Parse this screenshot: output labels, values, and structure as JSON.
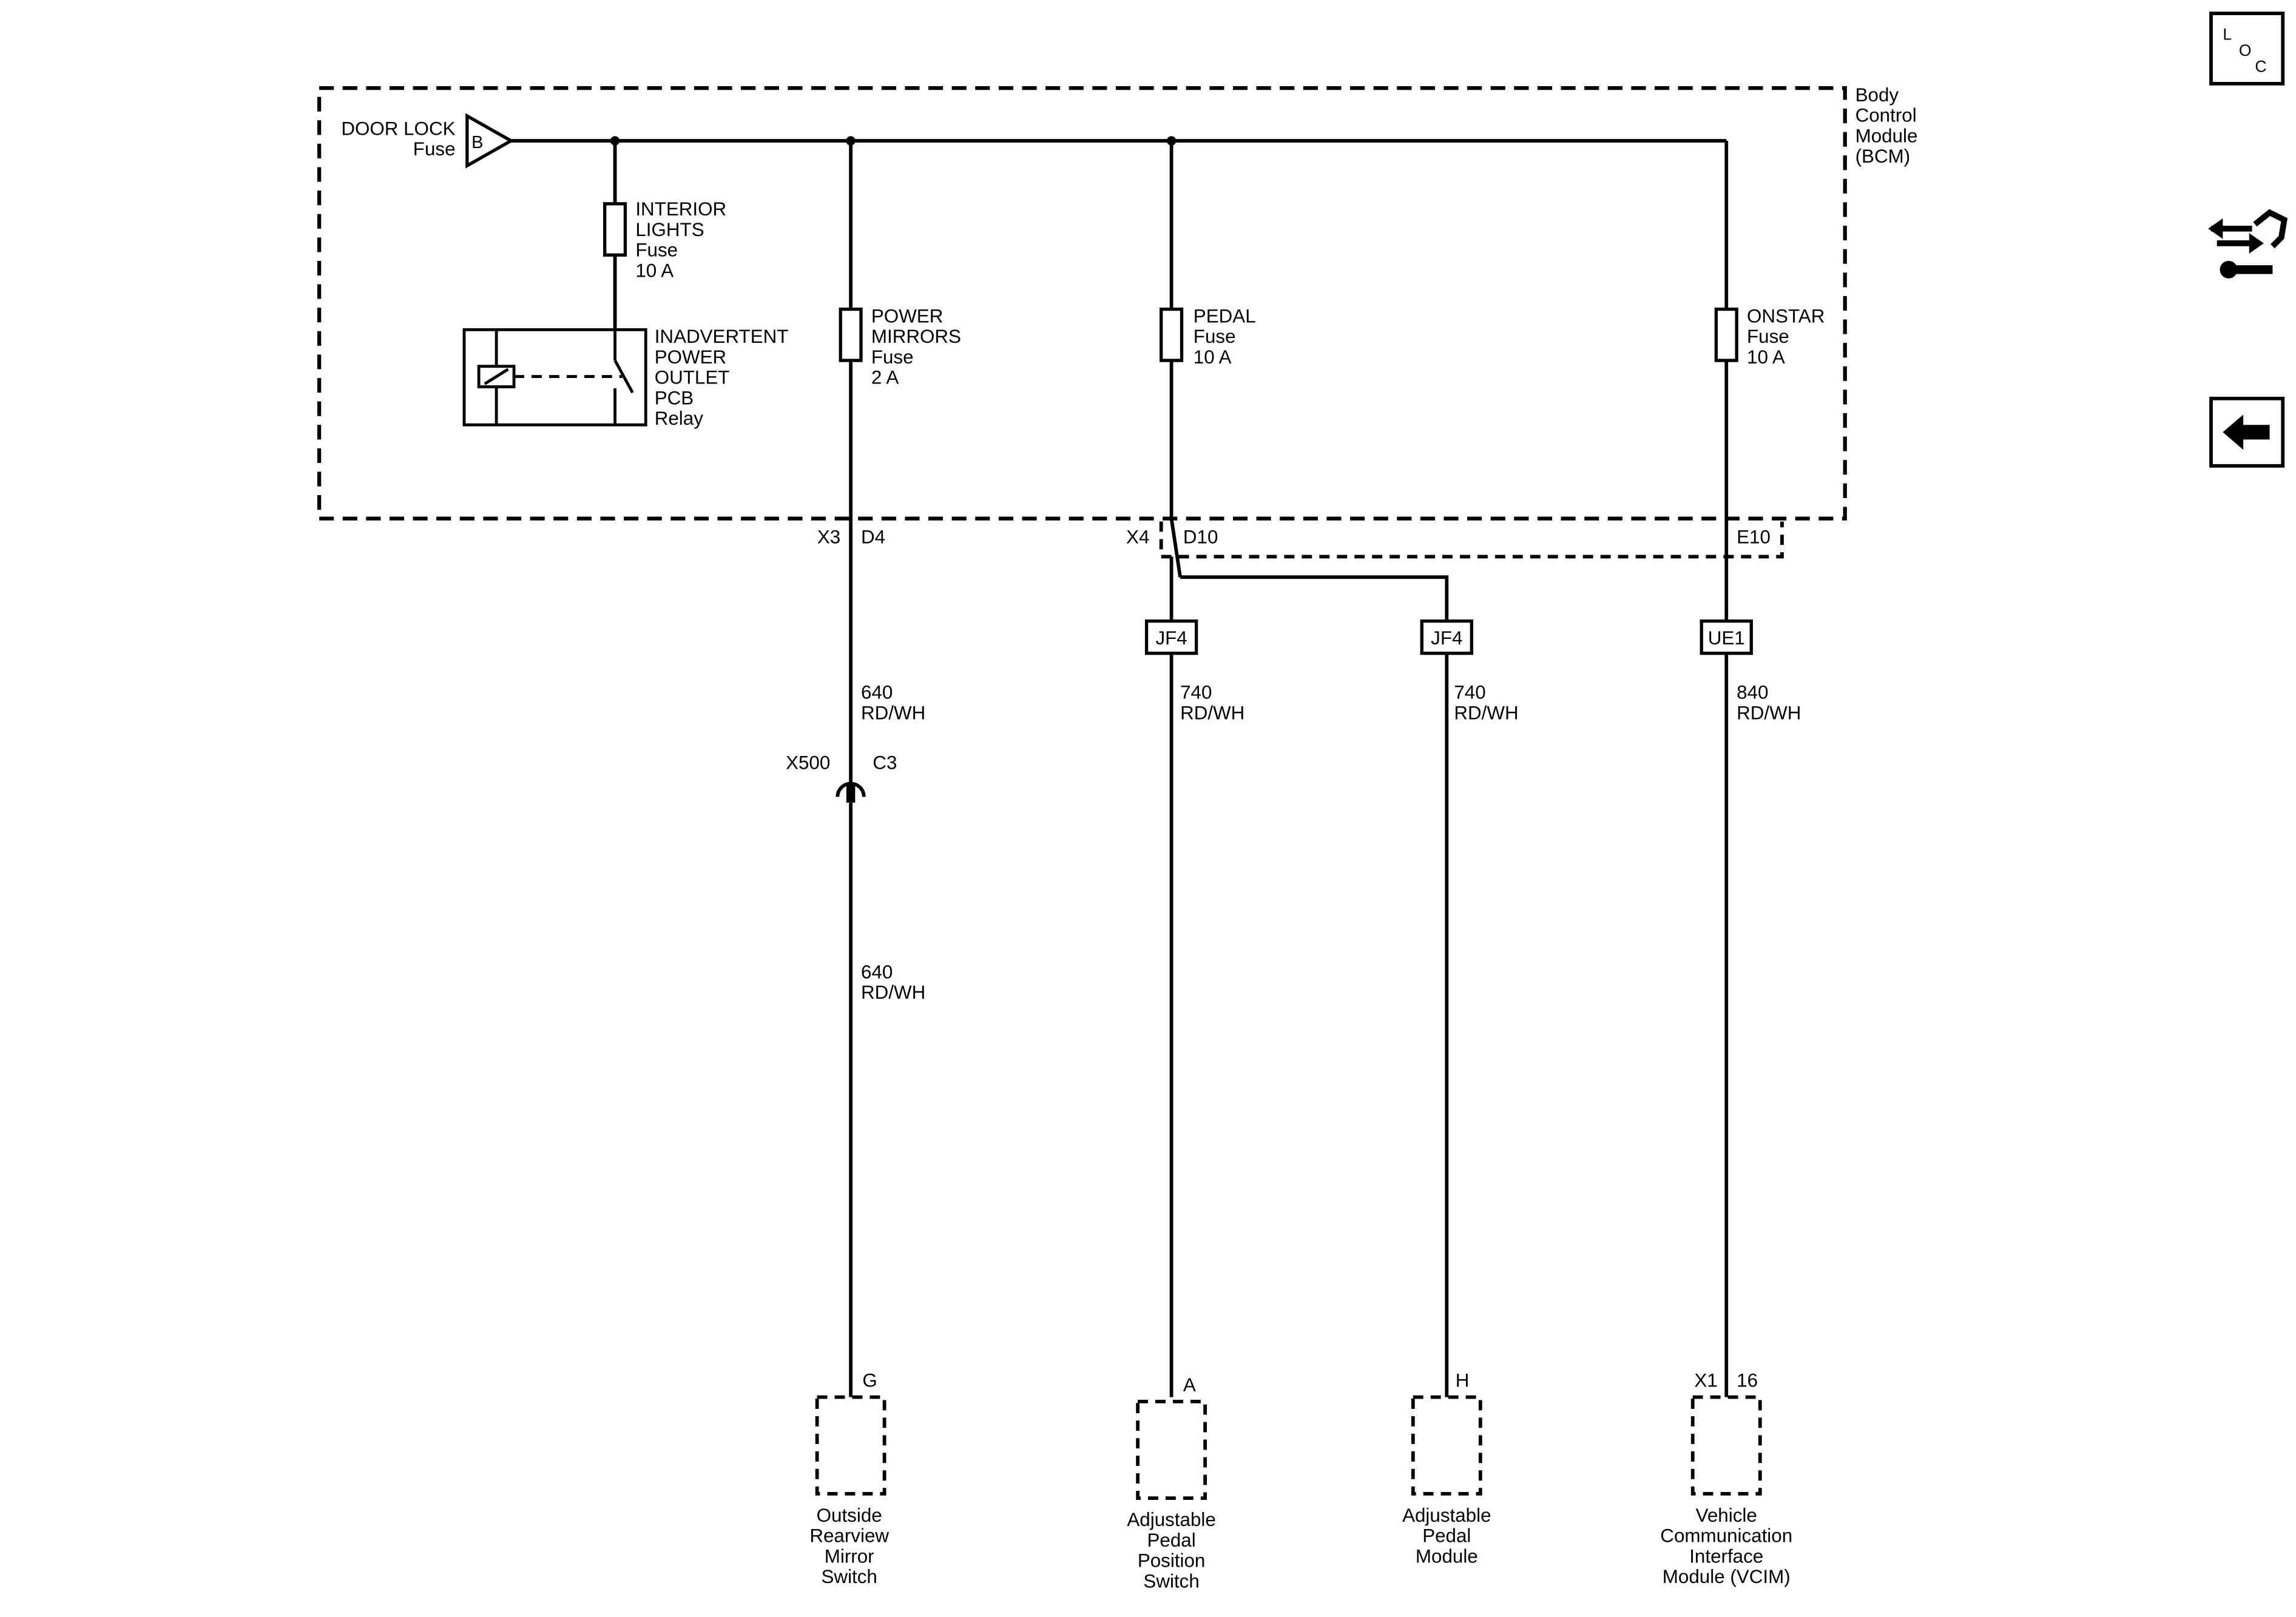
{
  "module": {
    "name_lines": [
      "Body",
      "Control",
      "Module",
      "(BCM)"
    ]
  },
  "supply": {
    "fuse_label_1": "DOOR LOCK",
    "fuse_label_2": "Fuse",
    "pin": "B"
  },
  "fuses": {
    "interior_lights": [
      "INTERIOR",
      "LIGHTS",
      "Fuse",
      "10 A"
    ],
    "power_mirrors": [
      "POWER",
      "MIRRORS",
      "Fuse",
      "2 A"
    ],
    "pedal": [
      "PEDAL",
      "Fuse",
      "10 A"
    ],
    "onstar": [
      "ONSTAR",
      "Fuse",
      "10 A"
    ]
  },
  "relay": {
    "label_lines": [
      "INADVERTENT",
      "POWER",
      "OUTLET",
      "PCB",
      "Relay"
    ]
  },
  "connectors": {
    "x3": "X3",
    "d4": "D4",
    "x4": "X4",
    "d10": "D10",
    "e10": "E10",
    "x500": "X500",
    "c3": "C3"
  },
  "splices": [
    "JF4",
    "JF4",
    "UE1"
  ],
  "wires": {
    "w640a": [
      "640",
      "RD/WH"
    ],
    "w740a": [
      "740",
      "RD/WH"
    ],
    "w740b": [
      "740",
      "RD/WH"
    ],
    "w840": [
      "840",
      "RD/WH"
    ],
    "w640b": [
      "640",
      "RD/WH"
    ]
  },
  "pins": {
    "mirror": "G",
    "pedal_switch": "A",
    "pedal_module": "H",
    "vcim_conn": "X1",
    "vcim_pin": "16"
  },
  "components": {
    "mirror_switch": [
      "Outside",
      "Rearview",
      "Mirror",
      "Switch"
    ],
    "pedal_switch": [
      "Adjustable",
      "Pedal",
      "Position",
      "Switch"
    ],
    "pedal_module": [
      "Adjustable",
      "Pedal",
      "Module"
    ],
    "vcim": [
      "Vehicle",
      "Communication",
      "Interface",
      "Module (VCIM)"
    ]
  },
  "nav": {
    "loc_letters": [
      "L",
      "O",
      "C"
    ],
    "icons": [
      "location-icon",
      "connector-repair-icon",
      "back-arrow-icon"
    ]
  }
}
